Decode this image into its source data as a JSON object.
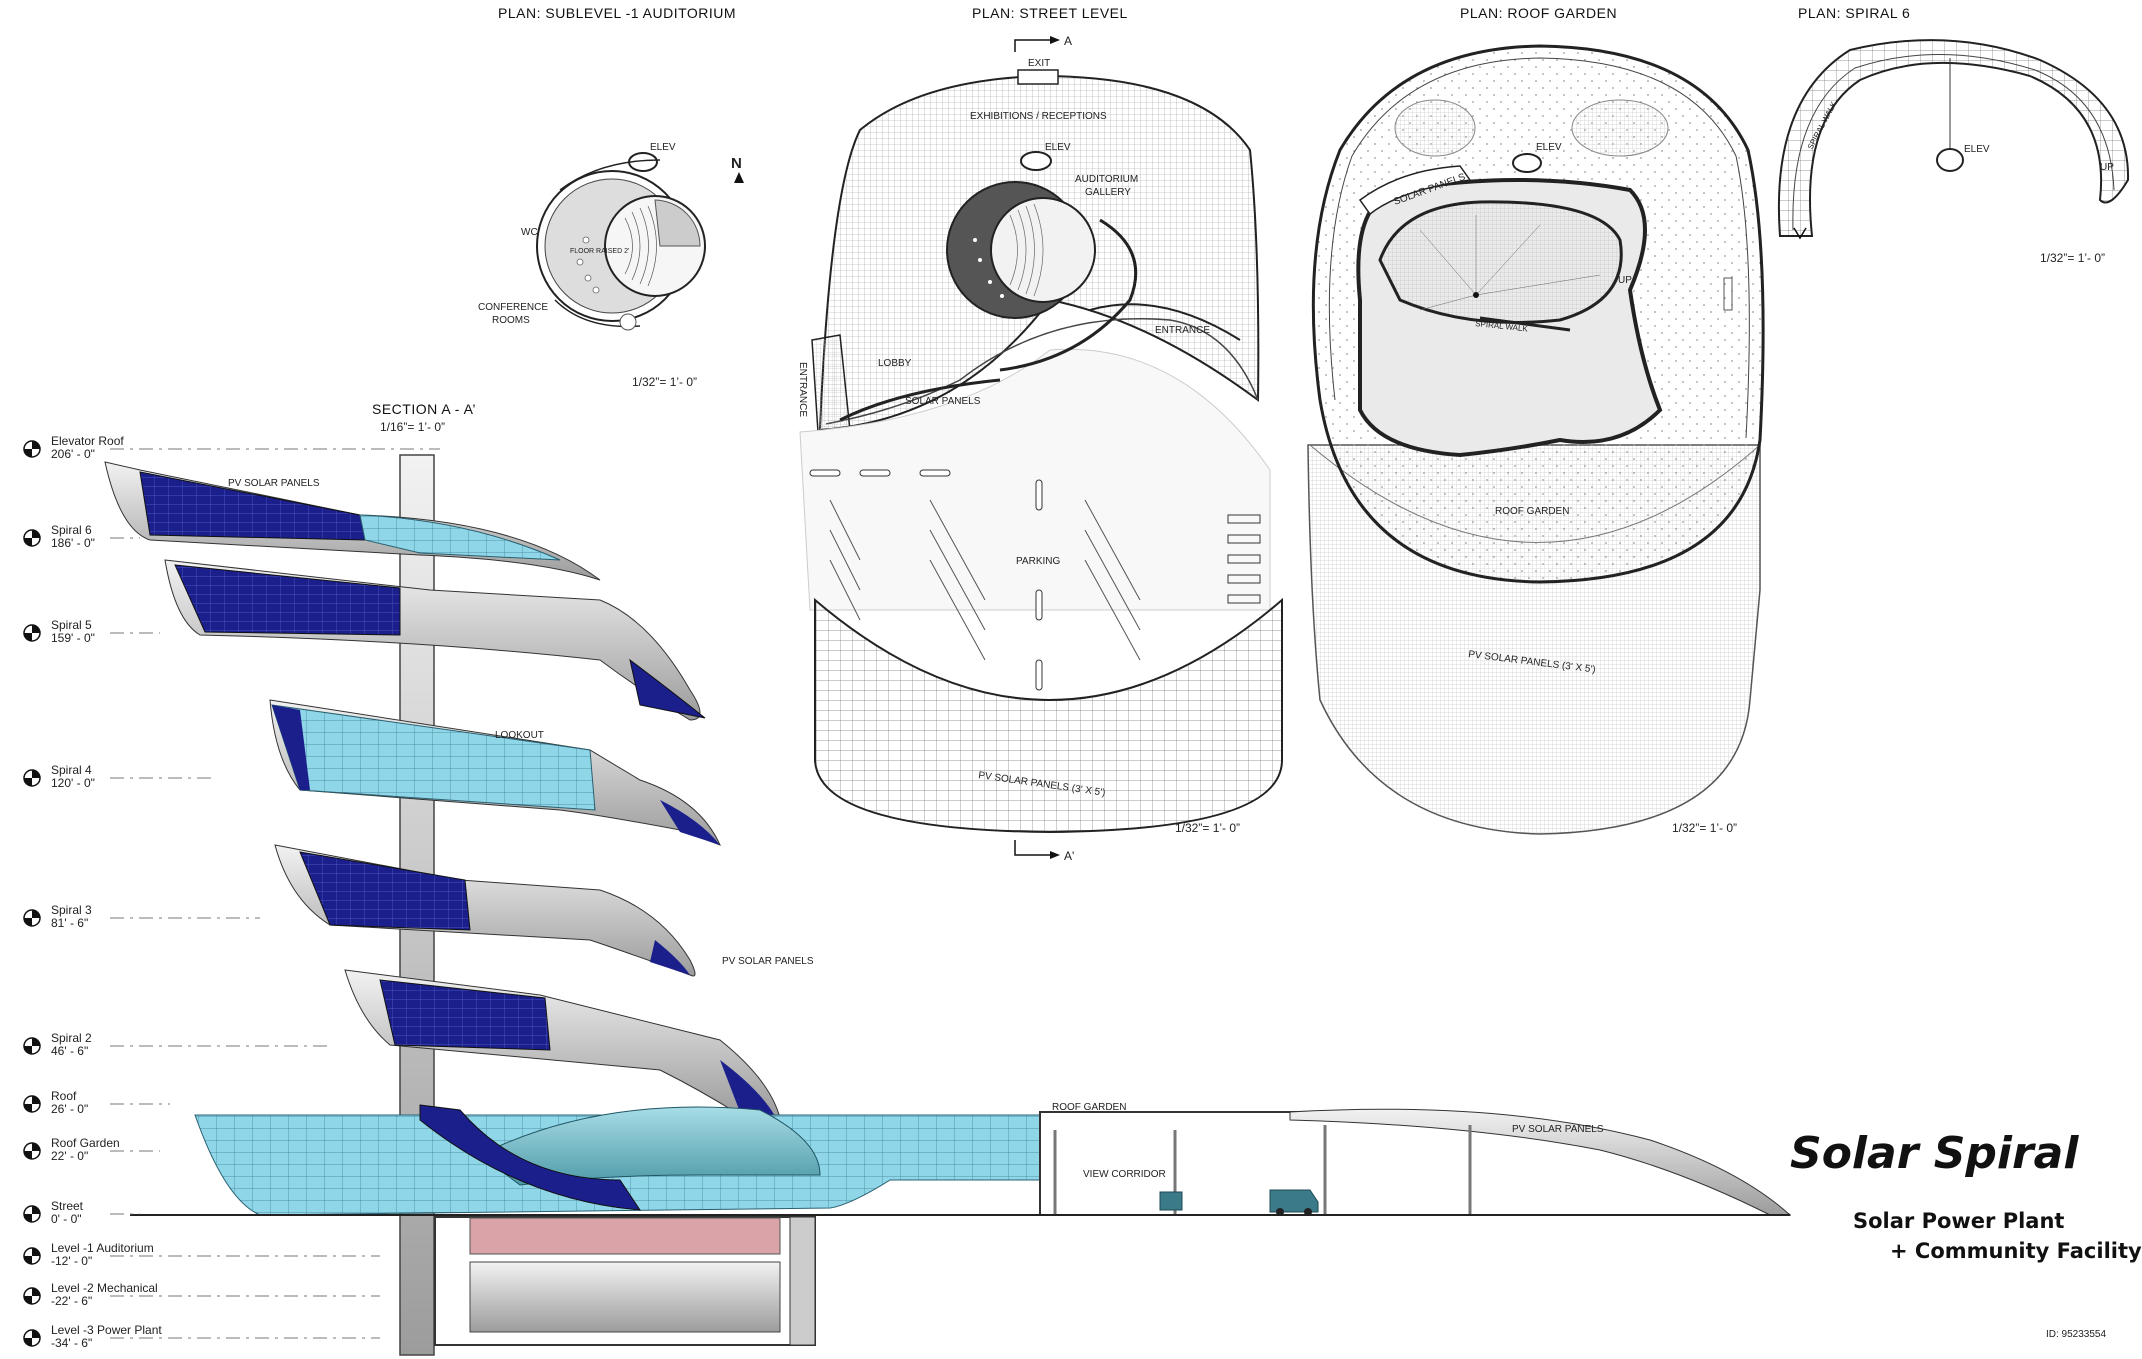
{
  "plans": {
    "sublevel": {
      "title": "PLAN:  SUBLEVEL -1 AUDITORIUM",
      "scale": "1/32”= 1’- 0”",
      "elev": "ELEV",
      "north": "N",
      "wc": "WC",
      "floor_raised": "FLOOR RAISED 2'",
      "conference_1": "CONFERENCE",
      "conference_2": "ROOMS"
    },
    "street": {
      "title": "PLAN:  STREET LEVEL",
      "scale": "1/32”= 1’- 0”",
      "exit": "EXIT",
      "exhibitions": "EXHIBITIONS / RECEPTIONS",
      "elev": "ELEV",
      "auditorium_1": "AUDITORIUM",
      "auditorium_2": "GALLERY",
      "entrance_right": "ENTRANCE",
      "entrance_left": "ENTRANCE",
      "lobby": "LOBBY",
      "solar_panels": "SOLAR PANELS",
      "parking": "PARKING",
      "pv": "PV SOLAR PANELS (3' X 5')",
      "cut_a_top": "A",
      "cut_a_bottom": "A'"
    },
    "roof": {
      "title": "PLAN:  ROOF GARDEN",
      "scale": "1/32”= 1’- 0”",
      "elev": "ELEV",
      "solar_panels": "SOLAR PANELS",
      "up": "UP",
      "spiral_walk": "SPIRAL WALK",
      "roof_garden": "ROOF GARDEN",
      "pv": "PV SOLAR PANELS (3' X 5')"
    },
    "spiral6": {
      "title": "PLAN:  SPIRAL 6",
      "scale": "1/32”= 1’- 0”",
      "elev": "ELEV",
      "spiral_walk": "SPIRAL WALK",
      "up": "UP"
    }
  },
  "section": {
    "title": "SECTION A - A’",
    "scale": "1/16”= 1’- 0”",
    "labels": {
      "pv_top": "PV SOLAR PANELS",
      "lookout": "LOOKOUT",
      "pv_mid": "PV SOLAR PANELS",
      "roof_garden": "ROOF GARDEN",
      "pv_right": "PV SOLAR PANELS",
      "view_corridor": "VIEW CORRIDOR"
    },
    "levels": [
      {
        "name": "Elevator Roof",
        "elev": "206' - 0\""
      },
      {
        "name": "Spiral 6",
        "elev": "186' - 0\""
      },
      {
        "name": "Spiral 5",
        "elev": "159' - 0\""
      },
      {
        "name": "Spiral 4",
        "elev": "120' - 0\""
      },
      {
        "name": "Spiral 3",
        "elev": "81' - 6\""
      },
      {
        "name": "Spiral 2",
        "elev": "46' - 6\""
      },
      {
        "name": "Roof",
        "elev": "26' - 0\""
      },
      {
        "name": "Roof Garden",
        "elev": "22' - 0\""
      },
      {
        "name": "Street",
        "elev": "0' - 0\""
      },
      {
        "name": "Level -1 Auditorium",
        "elev": "-12' - 0\""
      },
      {
        "name": "Level -2 Mechanical",
        "elev": "-22' - 6\""
      },
      {
        "name": "Level -3 Power Plant",
        "elev": "-34' - 6\""
      }
    ]
  },
  "project": {
    "title": "Solar Spiral",
    "subtitle_1": "Solar Power Plant",
    "subtitle_2": "+ Community Facility",
    "id": "ID: 95233554"
  },
  "colors": {
    "panel_blue": "#1a1f8c",
    "glass": "#8fd6e8",
    "roof_gray": "#c9c9c9",
    "auditorium": "#d9a3a8"
  }
}
